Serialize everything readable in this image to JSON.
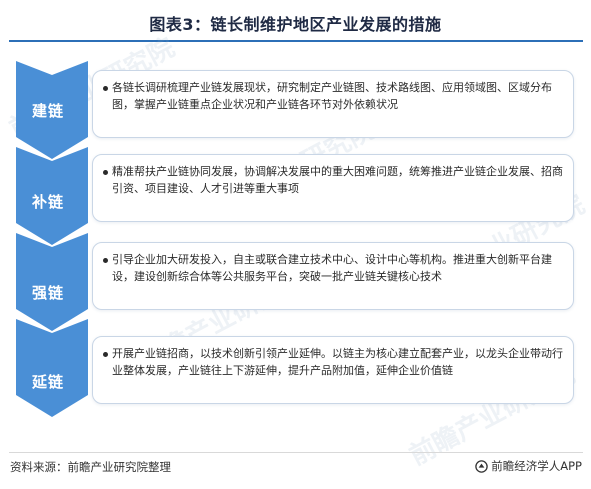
{
  "title": "图表3：链长制维护地区产业发展的措施",
  "steps": [
    {
      "label": "建链",
      "text": "各链长调研梳理产业链发展现状，研究制定产业链图、技术路线图、应用领域图、区域分布图，掌握产业链重点企业状况和产业链各环节对外依赖状况"
    },
    {
      "label": "补链",
      "text": "精准帮扶产业链协同发展，协调解决发展中的重大困难问题，统筹推进产业链企业发展、招商引资、项目建设、人才引进等重大事项"
    },
    {
      "label": "强链",
      "text": "引导企业加大研发投入，自主或联合建立技术中心、设计中心等机构。推进重大创新平台建设，建设创新综合体等公共服务平台，突破一批产业链关键核心技术"
    },
    {
      "label": "延链",
      "text": "开展产业链招商，以技术创新引领产业延伸。以链主为核心建立配套产业，以龙头企业带动行业整体发展，产业链往上下游延伸，提升产品附加值，延伸企业价值链"
    }
  ],
  "watermark": "前瞻产业研究院",
  "footer": {
    "source": "资料来源：前瞻产业研究院整理",
    "brand": "前瞻经济学人APP"
  },
  "colors": {
    "chevron_fill": "#4a8fd6",
    "title_rule": "#2c6fb7",
    "card_border": "#c9d6e6"
  },
  "icons": {
    "brand": "qianzhan-logo-icon"
  }
}
